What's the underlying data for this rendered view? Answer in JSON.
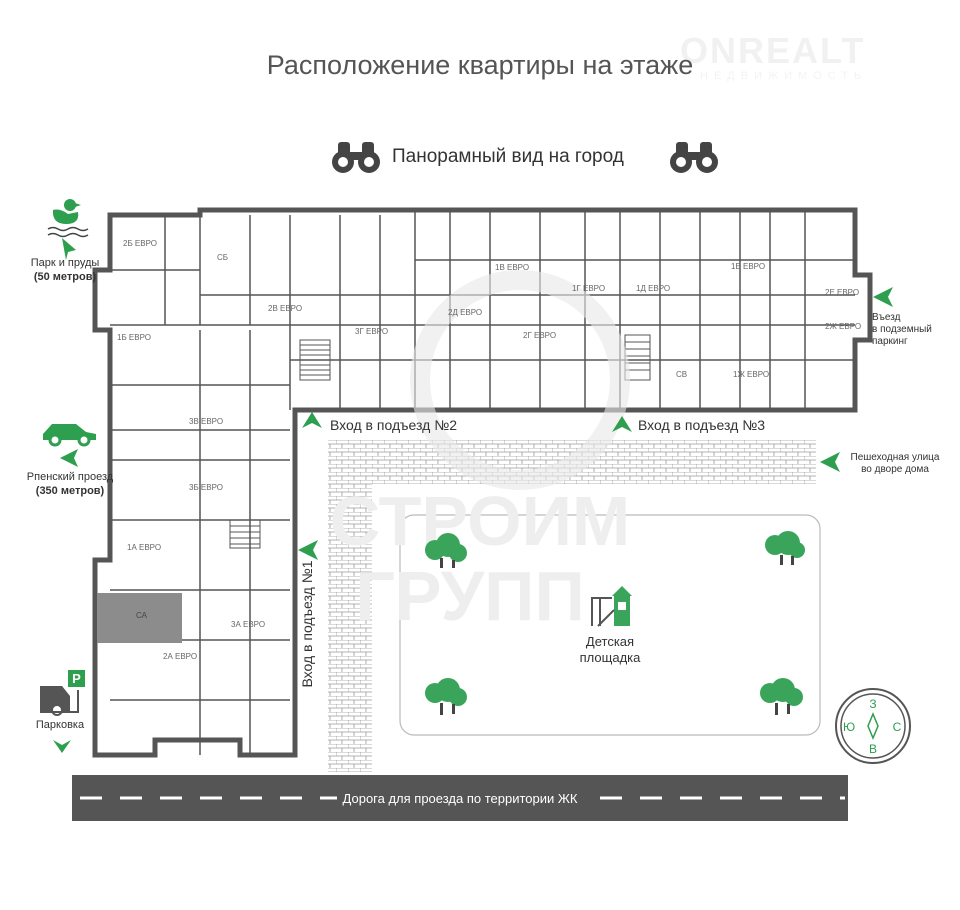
{
  "title": "Расположение квартиры на этаже",
  "watermark": {
    "brand": "ONREALT",
    "sub": "НЕДВИЖИМОСТЬ",
    "overlay": "СТРОИМ ГРУПП"
  },
  "panorama": {
    "label": "Панорамный вид на город",
    "icon": "binoculars-icon"
  },
  "left_legend": {
    "park": {
      "line1": "Парк и пруды",
      "line2": "(50 метров)",
      "icon": "duck-icon"
    },
    "road": {
      "line1": "Рпенский проезд",
      "line2": "(350 метров)",
      "icon": "car-icon"
    },
    "parking": {
      "label": "Парковка",
      "sign": "P",
      "icon": "parking-icon"
    }
  },
  "right_legend": {
    "garage": {
      "line1": "Въезд",
      "line2": "в подземный",
      "line3": "паркинг"
    },
    "street": {
      "line1": "Пешеходная улица",
      "line2": "во дворе дома"
    }
  },
  "entrances": {
    "e1": "Вход в подъезд №1",
    "e2": "Вход в подъезд №2",
    "e3": "Вход в подъезд №3"
  },
  "playground": {
    "line1": "Детская",
    "line2": "площадка"
  },
  "road": {
    "label": "Дорога для проезда по территории ЖК"
  },
  "compass": {
    "n": "З",
    "s": "В",
    "w": "Ю",
    "e": "С"
  },
  "apartments": [
    "2Б ЕВРО",
    "СБ",
    "2В ЕВРО",
    "1Б ЕВРО",
    "3В ЕВРО",
    "3Б ЕВРО",
    "1А ЕВРО",
    "СА",
    "2А ЕВРО",
    "3А ЕВРО",
    "3Г ЕВРО",
    "2Д ЕВРО",
    "1В ЕВРО",
    "1Г ЕВРО",
    "1Д ЕВРО",
    "2Г ЕВРО",
    "1Е ЕВРО",
    "2Е ЕВРО",
    "2Ж ЕВРО",
    "СВ",
    "1Ж ЕВРО"
  ],
  "highlighted_apartment": "СА",
  "colors": {
    "accent": "#2e9e4f",
    "wall": "#555555",
    "highlight": "#8c8c8c"
  }
}
